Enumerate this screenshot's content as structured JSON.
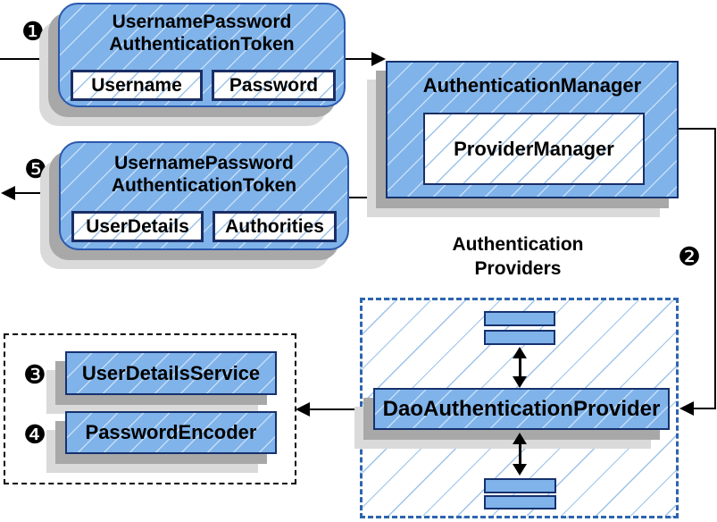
{
  "badges": {
    "step1": "❶",
    "step2": "❷",
    "step3": "❸",
    "step4": "❹",
    "step5": "❺"
  },
  "token_request": {
    "title_line1": "UsernamePassword",
    "title_line2": "AuthenticationToken",
    "field_username": "Username",
    "field_password": "Password"
  },
  "auth_manager": {
    "title": "AuthenticationManager",
    "provider_manager": "ProviderManager"
  },
  "token_response": {
    "title_line1": "UsernamePassword",
    "title_line2": "AuthenticationToken",
    "field_user_details": "UserDetails",
    "field_authorities": "Authorities"
  },
  "providers": {
    "label_line1": "Authentication",
    "label_line2": "Providers",
    "dao_provider": "DaoAuthenticationProvider"
  },
  "services": {
    "user_details_service": "UserDetailsService",
    "password_encoder": "PasswordEncoder"
  },
  "colors": {
    "node_fill": "#7fb3ea",
    "node_border": "#16326e",
    "rounded_border": "#2b59ad",
    "field_border": "#1b2e66",
    "hatch_blue": "#9cc3ea",
    "dashed_blue_border": "#2e64ae",
    "dashed_black_border": "#000000",
    "shadow_dark": "#a8a8a8",
    "shadow_light": "#dadada",
    "line_black": "#000000"
  }
}
